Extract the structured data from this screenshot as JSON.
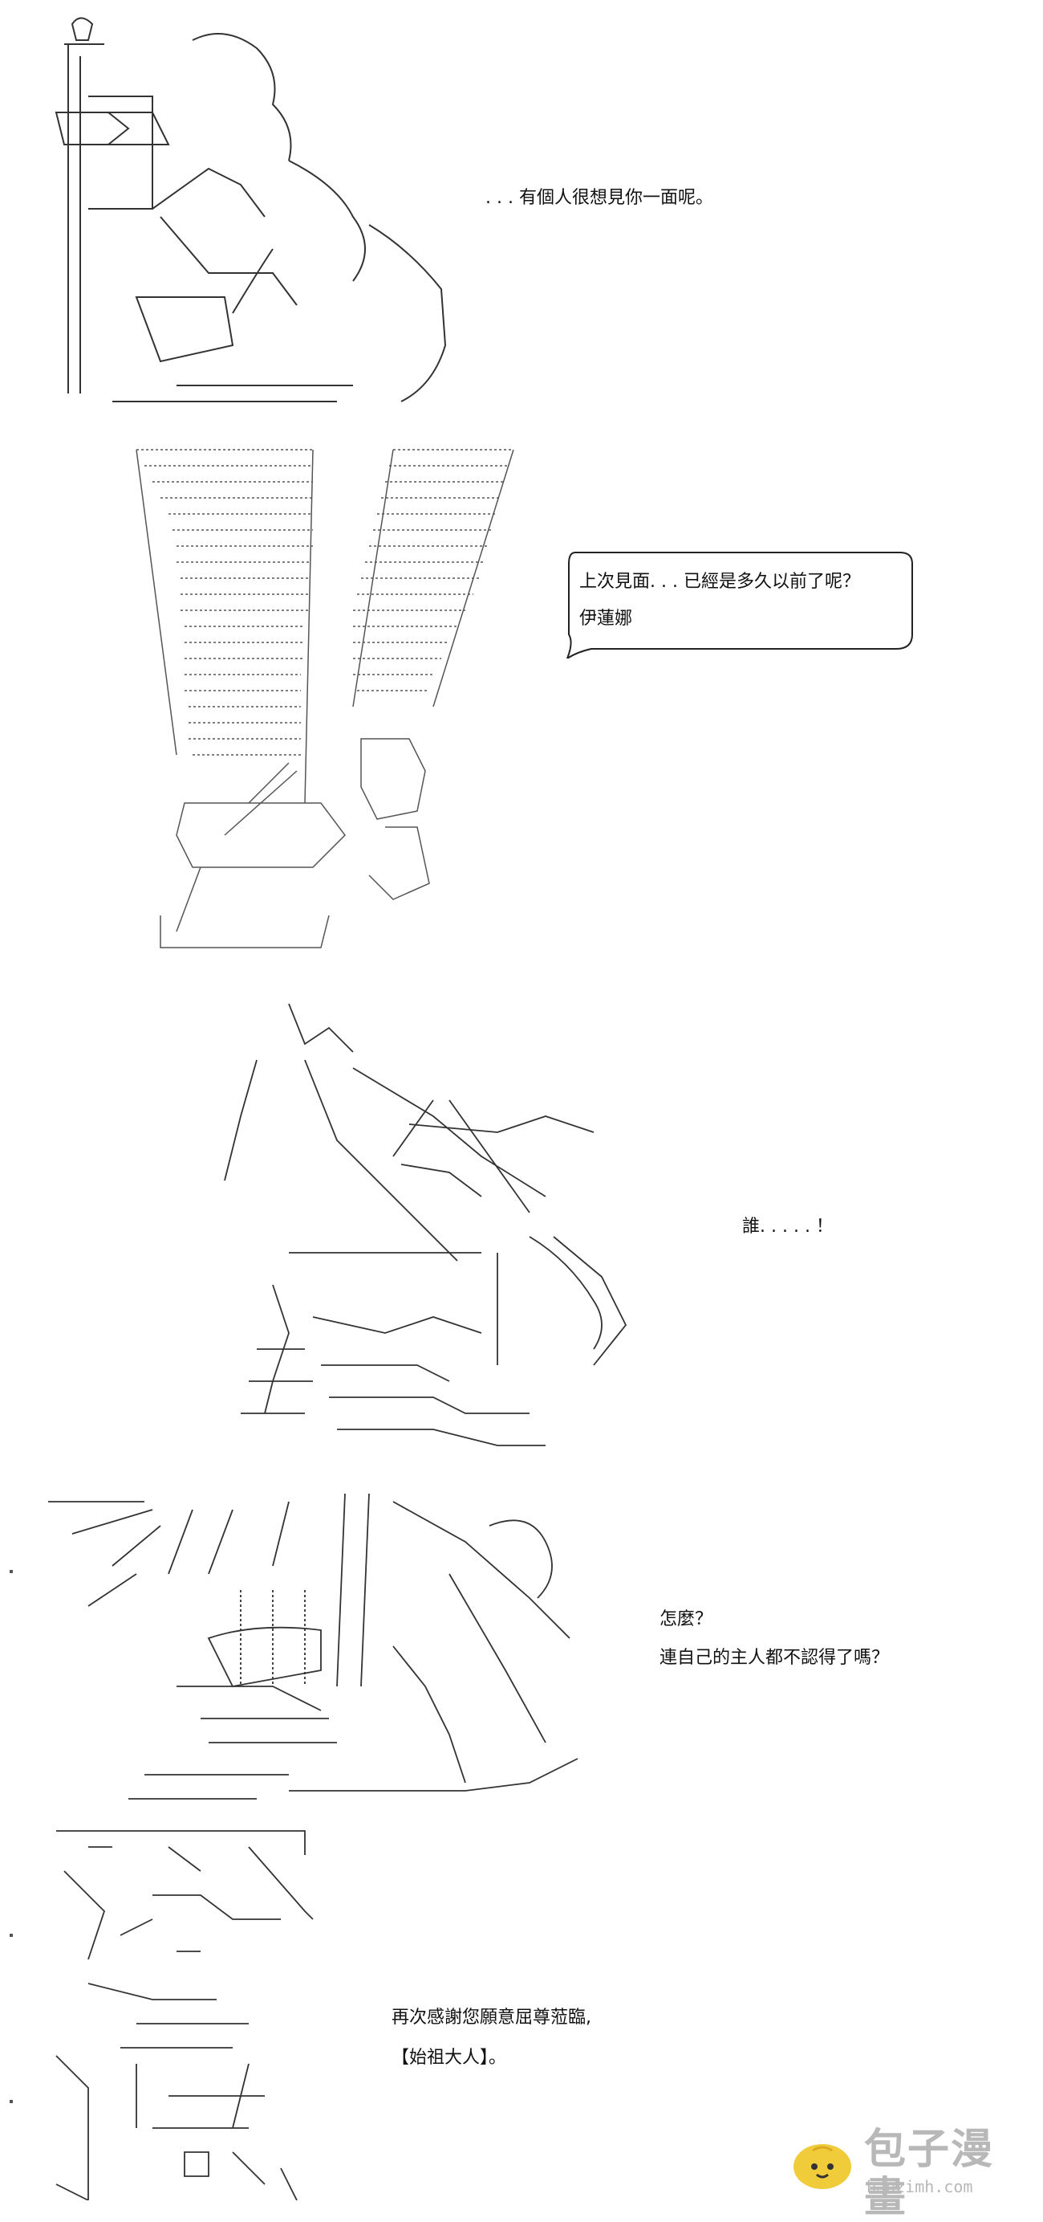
{
  "panels": {
    "p1": {
      "text1": ". . . 有個人很想見你一面呢。"
    },
    "p2": {
      "text1": "上次見面. . . 已經是多久以前了呢？",
      "text2": "伊蓮娜"
    },
    "p3": {
      "text1": "誰. . . . . ！"
    },
    "p4": {
      "text1": "怎麼？",
      "text2": "連自己的主人都不認得了嗎？"
    },
    "p5": {
      "text1": "再次感謝您願意屈尊蒞臨,",
      "text2": "【始祖大人】。"
    }
  },
  "watermark": {
    "name": "包子漫畫",
    "url": "baozimh.com",
    "icon": "bun-mascot-icon"
  },
  "colors": {
    "text": "#111111",
    "art_line": "#333333",
    "watermark": "#b8b8b8",
    "watermark_icon": "#f0cc3a"
  }
}
